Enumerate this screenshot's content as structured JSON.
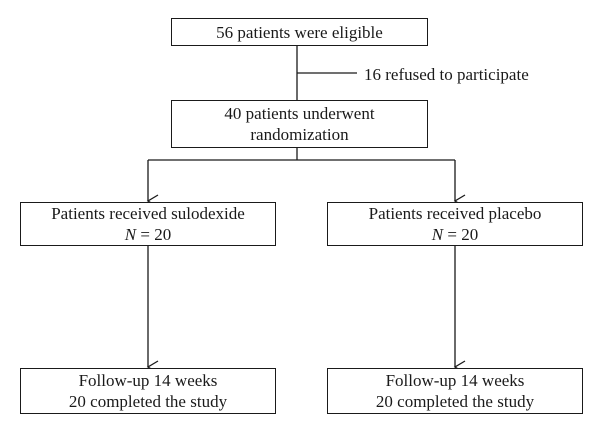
{
  "diagram": {
    "eligible": {
      "text": "56 patients were eligible"
    },
    "refused": {
      "text": "16 refused to participate"
    },
    "randomized": {
      "line1": "40 patients underwent",
      "line2": "randomization"
    },
    "arms": {
      "sulodexide": {
        "line1": "Patients received sulodexide",
        "n_var": "N",
        "n_rest": " = 20"
      },
      "placebo": {
        "line1": "Patients received placebo",
        "n_var": "N",
        "n_rest": " = 20"
      }
    },
    "followup": {
      "sulodexide": {
        "line1": "Follow-up 14 weeks",
        "line2": "20 completed the study"
      },
      "placebo": {
        "line1": "Follow-up 14 weeks",
        "line2": "20 completed the study"
      }
    }
  }
}
